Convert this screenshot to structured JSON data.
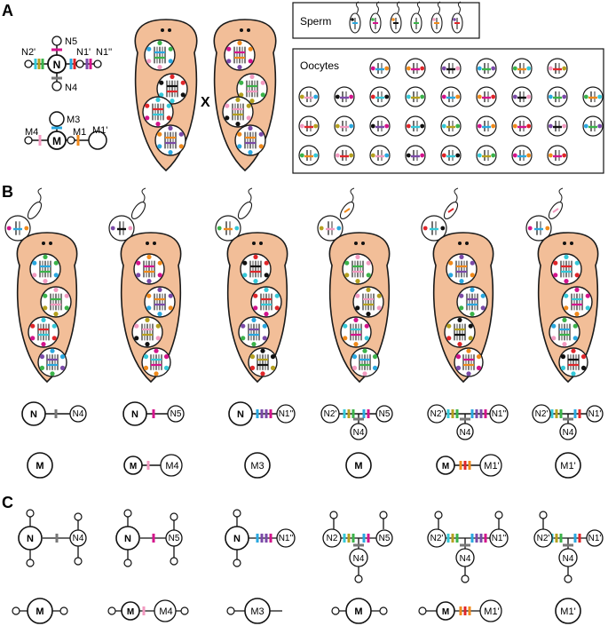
{
  "panels": {
    "a": "A",
    "b": "B",
    "c": "C"
  },
  "cross_symbol": "X",
  "legend": {
    "sperm_label": "Sperm",
    "oocytes_label": "Oocytes"
  },
  "panel_a_nodes": {
    "n": "N",
    "n5": "N5",
    "n2p": "N2'",
    "n1p": "N1'",
    "n1pp": "N1''",
    "n4": "N4",
    "m": "M",
    "m3": "M3",
    "m4": "M4",
    "m1": "M1",
    "m1p": "M1'"
  },
  "panel_b_nodes": {
    "c1": {
      "n": "N",
      "n4": "N4",
      "m": "M"
    },
    "c2": {
      "n": "N",
      "n5": "N5",
      "m": "M",
      "m4": "M4"
    },
    "c3": {
      "n": "N",
      "n1pp": "N1''",
      "m3": "M3"
    },
    "c4": {
      "n2p": "N2'",
      "n5": "N5",
      "n4": "N4",
      "m": "M"
    },
    "c5": {
      "n2p": "N2'",
      "n1pp": "N1''",
      "n4": "N4",
      "m": "M",
      "m1p": "M1'"
    },
    "c6": {
      "n2p": "N2'",
      "n1p": "N1'",
      "n4": "N4",
      "m1p": "M1'"
    }
  },
  "panel_c_nodes": {
    "c1": {
      "n": "N",
      "n4": "N4",
      "m": "M"
    },
    "c2": {
      "n": "N",
      "n5": "N5",
      "m": "M",
      "m4": "M4"
    },
    "c3": {
      "n": "N",
      "n1pp": "N1''",
      "m3": "M3"
    },
    "c4": {
      "n2": "N2",
      "n5": "N5",
      "n4": "N4",
      "m": "M"
    },
    "c5": {
      "n2p": "N2'",
      "n1pp": "N1''",
      "n4": "N4",
      "m": "M",
      "m1p": "M1'"
    },
    "c6": {
      "n2p": "N2'",
      "n1p": "N1'",
      "n4": "N4",
      "m1p": "M1'"
    }
  },
  "colors": {
    "body_fill": "#F2BE98",
    "outline": "#1a1a1a",
    "blue": "#2AA8E0",
    "magenta": "#D4148C",
    "purple": "#7B4AA8",
    "green": "#3BB34A",
    "orange": "#F08A1C",
    "red": "#E0262A",
    "pink": "#F29AC0",
    "cyan": "#35C8D8",
    "olive": "#B5A020",
    "gray": "#777777",
    "black": "#111111"
  }
}
